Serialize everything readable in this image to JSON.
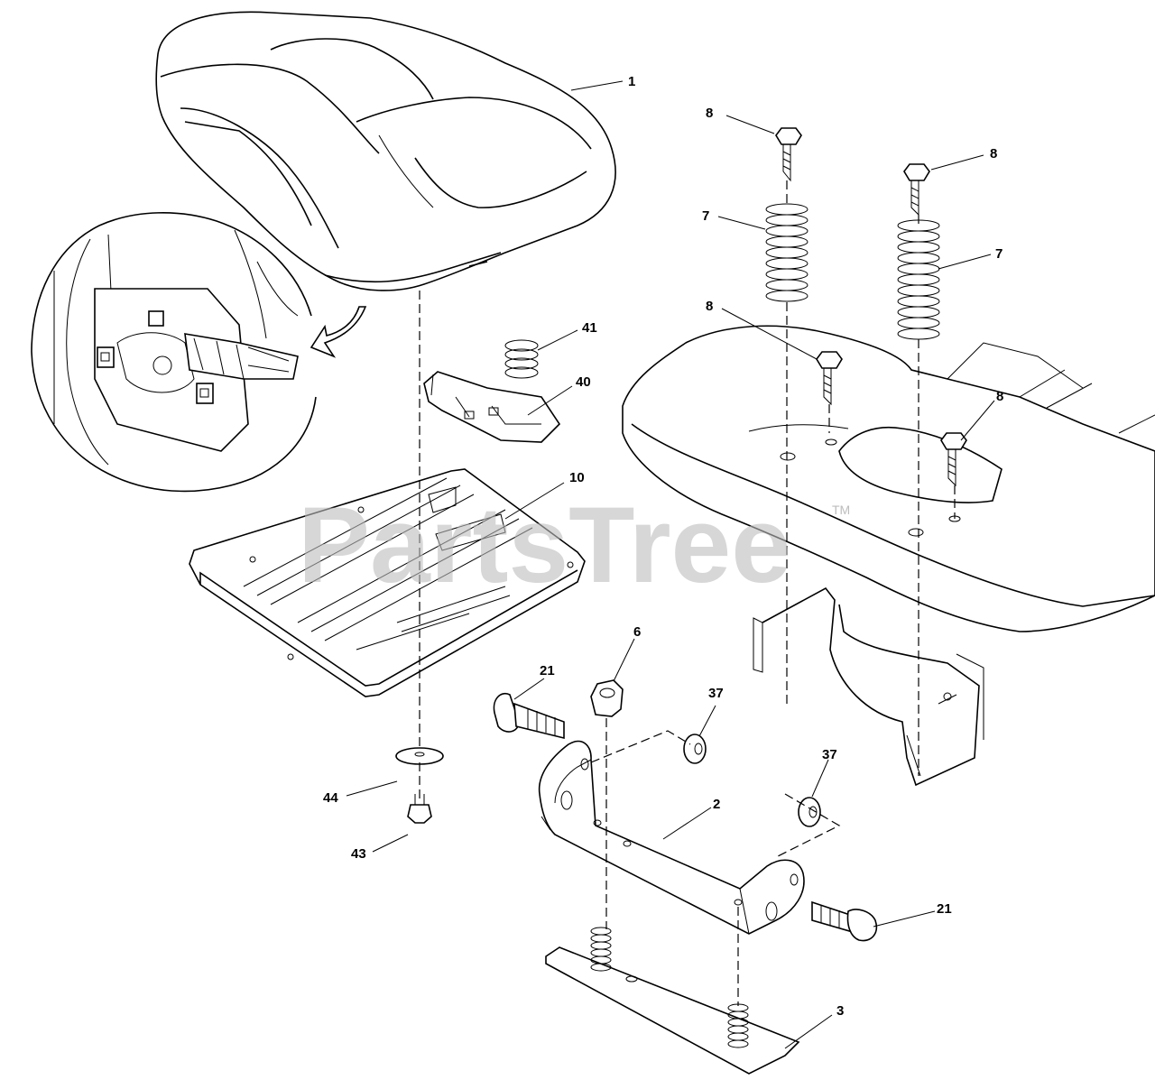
{
  "watermark": {
    "text": "PartsTree",
    "trademark": "TM"
  },
  "callouts": [
    {
      "id": "c1",
      "label": "1"
    },
    {
      "id": "c8a",
      "label": "8"
    },
    {
      "id": "c8b",
      "label": "8"
    },
    {
      "id": "c7a",
      "label": "7"
    },
    {
      "id": "c7b",
      "label": "7"
    },
    {
      "id": "c8c",
      "label": "8"
    },
    {
      "id": "c8d",
      "label": "8"
    },
    {
      "id": "c41",
      "label": "41"
    },
    {
      "id": "c40",
      "label": "40"
    },
    {
      "id": "c10",
      "label": "10"
    },
    {
      "id": "c6",
      "label": "6"
    },
    {
      "id": "c21a",
      "label": "21"
    },
    {
      "id": "c37a",
      "label": "37"
    },
    {
      "id": "c37b",
      "label": "37"
    },
    {
      "id": "c2",
      "label": "2"
    },
    {
      "id": "c44",
      "label": "44"
    },
    {
      "id": "c43",
      "label": "43"
    },
    {
      "id": "c21b",
      "label": "21"
    },
    {
      "id": "c3",
      "label": "3"
    }
  ]
}
